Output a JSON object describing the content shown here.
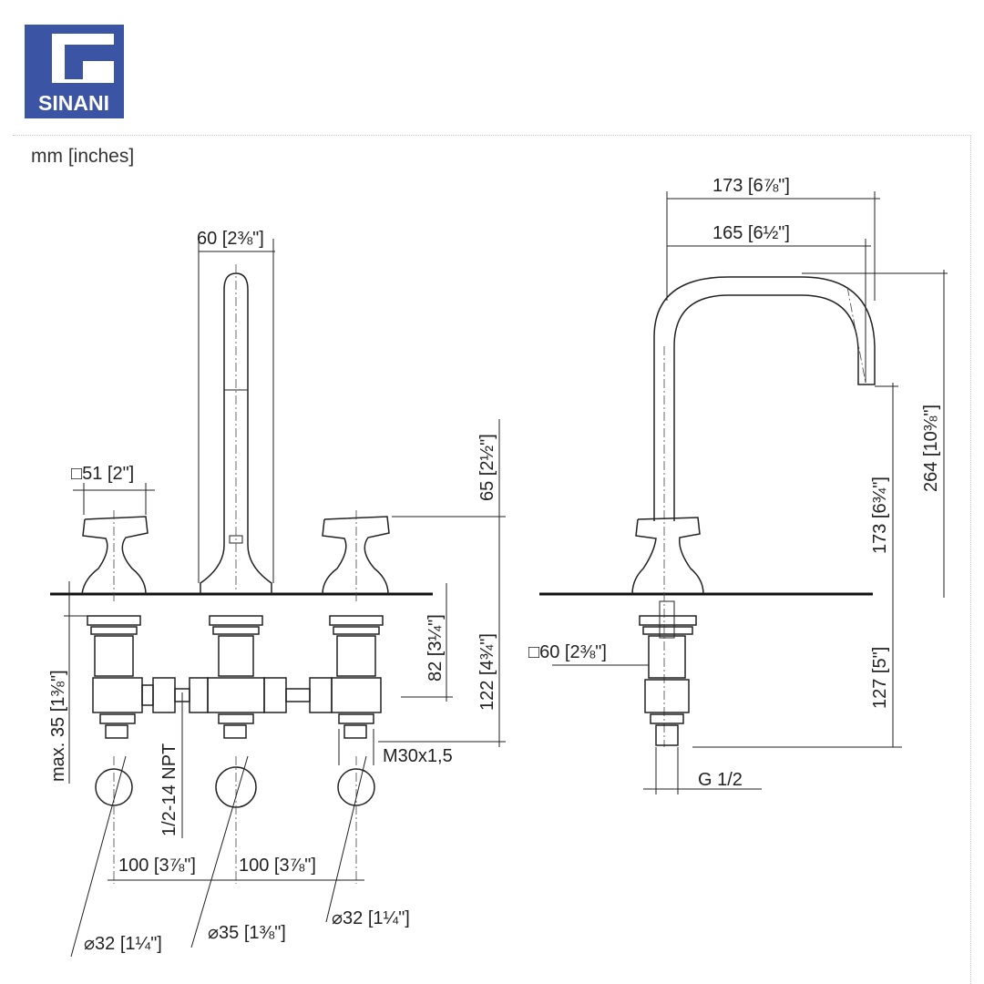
{
  "logo": {
    "text": "SINANI",
    "color": "#3b54a4"
  },
  "units_label": "mm [inches]",
  "front_view": {
    "spout_width": "60 [2⅜\"]",
    "handle_square": "□51 [2\"]",
    "handle_height": "65 [2½\"]",
    "shank_to_connector": "82 [3¼\"]",
    "shank_total": "122 [4¾\"]",
    "deck_thickness": "max. 35 [1⅜\"]",
    "npt_thread": "1/2-14 NPT",
    "nut_thread": "M30x1,5",
    "spacing_left": "100 [3⅞\"]",
    "spacing_right": "100 [3⅞\"]",
    "hole_left": "⌀32 [1¼\"]",
    "hole_center": "⌀35 [1⅜\"]",
    "hole_right": "⌀32 [1¼\"]"
  },
  "side_view": {
    "reach_total": "173 [6⅞\"]",
    "reach_outlet": "165 [6½\"]",
    "spout_height": "264 [10⅜\"]",
    "outlet_height": "173 [6¾\"]",
    "flange_square": "□60 [2⅜\"]",
    "below_deck": "127 [5\"]",
    "inlet_thread": "G 1/2"
  }
}
